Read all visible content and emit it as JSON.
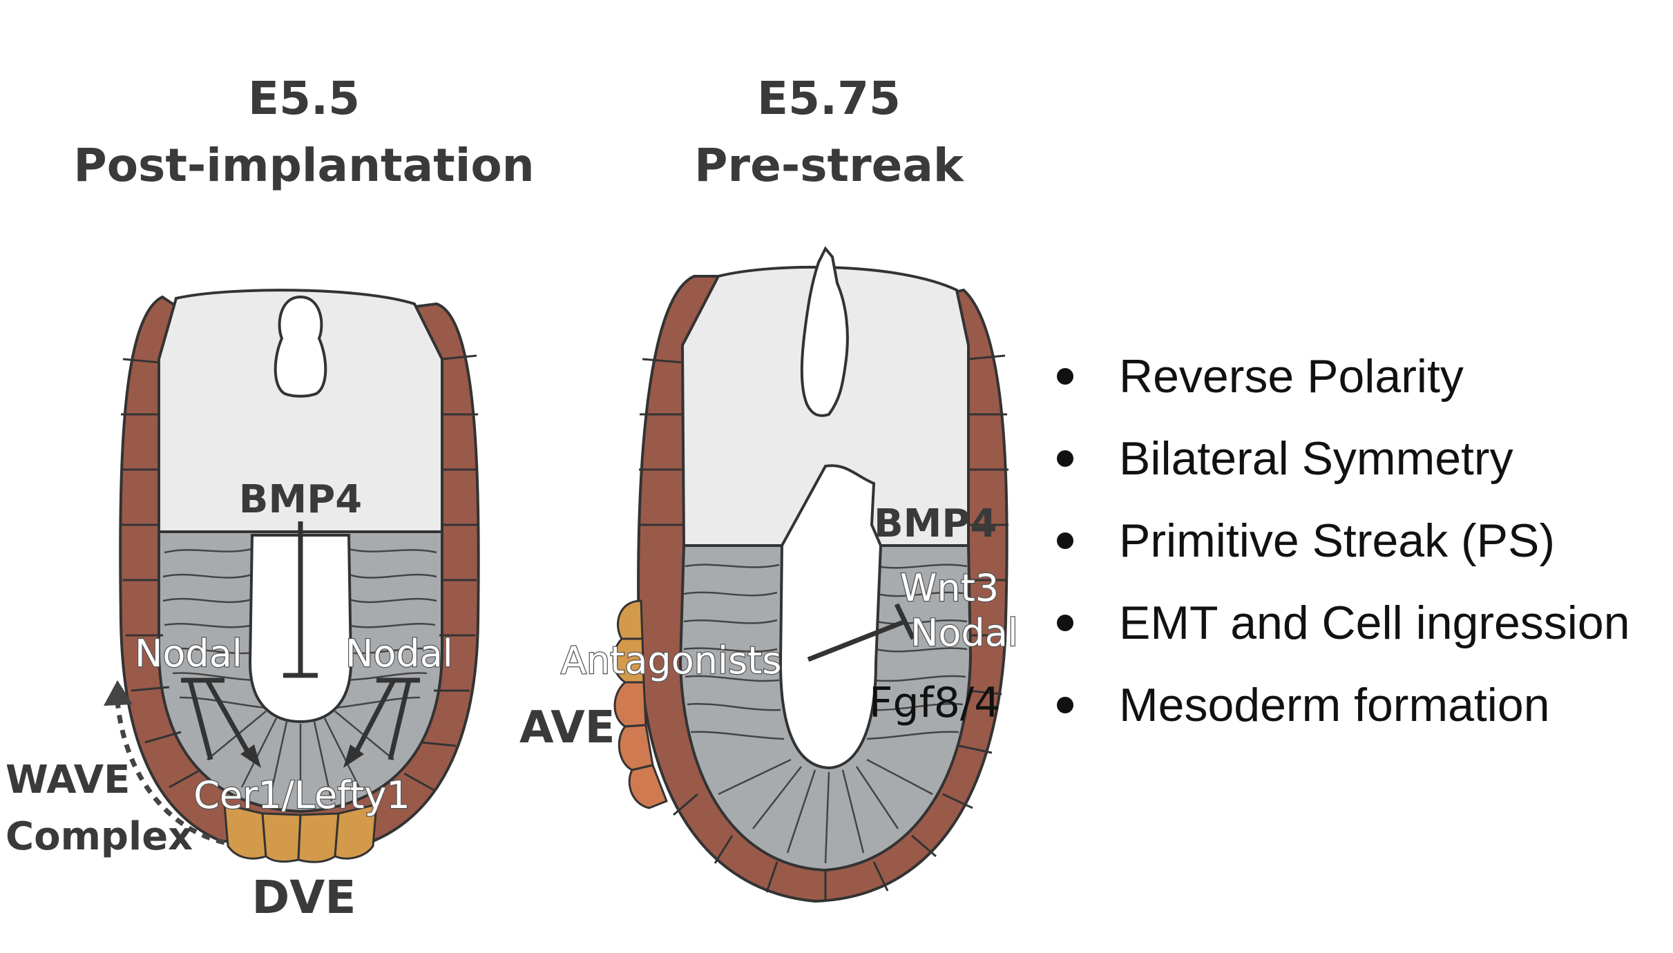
{
  "panels": [
    {
      "stage": "E5.5",
      "subtitle": "Post-implantation",
      "labels": {
        "bmp4": "BMP4",
        "nodal_left": "Nodal",
        "nodal_right": "Nodal",
        "cer1_lefty1": "Cer1/Lefty1",
        "wave": "WAVE",
        "complex": "Complex",
        "dve": "DVE"
      }
    },
    {
      "stage": "E5.75",
      "subtitle": "Pre-streak",
      "labels": {
        "bmp4": "BMP4",
        "wnt3": "Wnt3",
        "nodal": "Nodal",
        "antagonists": "Antagonists",
        "fgf": "Fgf8/4",
        "ave": "AVE"
      }
    }
  ],
  "bullets": [
    "Reverse Polarity",
    "Bilateral Symmetry",
    "Primitive Streak (PS)",
    "EMT and Cell ingression",
    "Mesoderm formation"
  ],
  "colors": {
    "extraembryonic_ectoderm": "#ebebeb",
    "visceral_endoderm": "#9a5a4a",
    "epiblast": "#a8abae",
    "dve": "#d39a4c",
    "ave": "#cf7a50",
    "outline": "#333333"
  }
}
